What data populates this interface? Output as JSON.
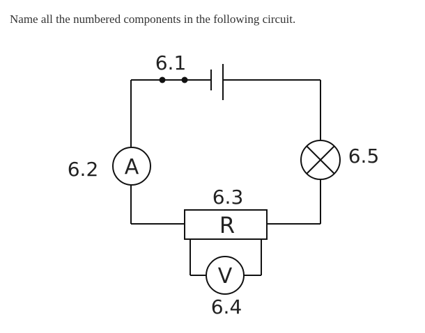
{
  "question": "Name all the numbered components in the following circuit.",
  "components": {
    "switch_label": "6.1",
    "ammeter_label": "6.2",
    "resistor_label": "6.3",
    "voltmeter_label": "6.4",
    "lamp_label": "6.5"
  },
  "symbols": {
    "ammeter_letter": "A",
    "resistor_letter": "R",
    "voltmeter_letter": "V"
  }
}
